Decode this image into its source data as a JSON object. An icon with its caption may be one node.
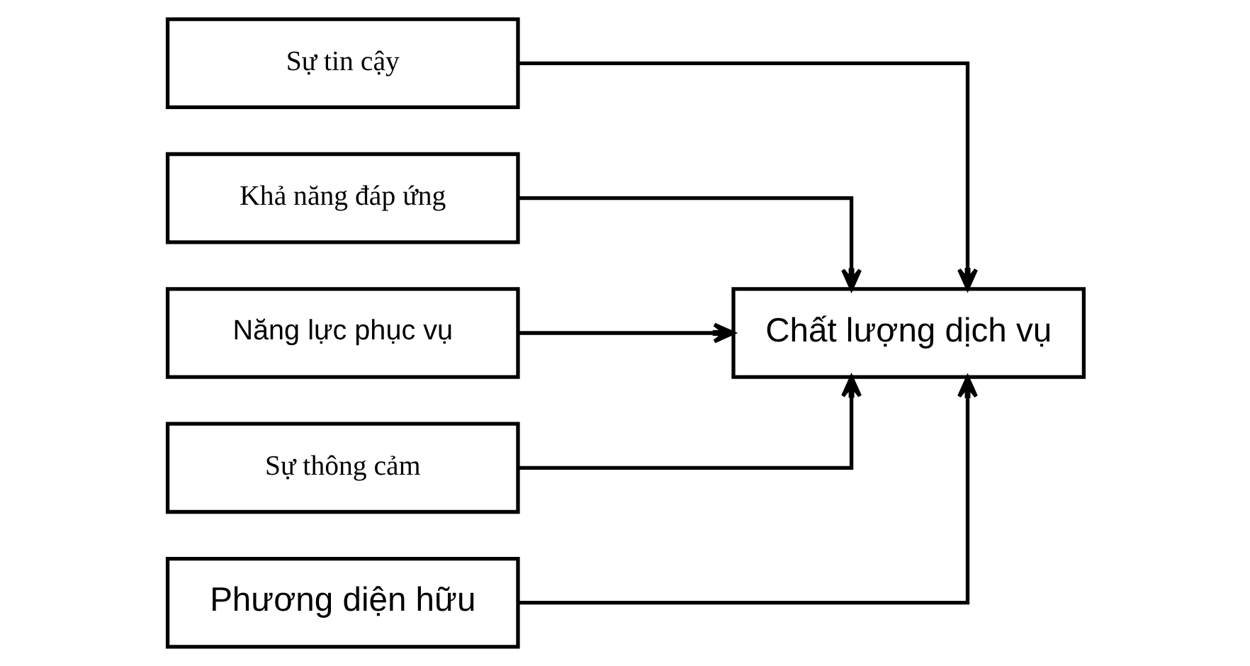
{
  "diagram": {
    "nodes": [
      {
        "text": [
          "Sự tin cậy"
        ]
      },
      {
        "text": [
          "Khả năng đáp ứng"
        ]
      },
      {
        "text": [
          "Năng lực phục vụ"
        ]
      },
      {
        "text": [
          "Sự thông cảm"
        ]
      },
      {
        "text": [
          "Phương diện hữu"
        ]
      },
      {
        "text": [
          "Chất lượng dịch vụ"
        ]
      }
    ],
    "edges": [
      {
        "from": 0,
        "to": 5,
        "arrow": "to"
      },
      {
        "from": 1,
        "to": 5,
        "arrow": "to"
      },
      {
        "from": 2,
        "to": 5,
        "arrow": "to"
      },
      {
        "from": 3,
        "to": 5,
        "arrow": "to"
      },
      {
        "from": 4,
        "to": 5,
        "arrow": "to"
      }
    ]
  }
}
